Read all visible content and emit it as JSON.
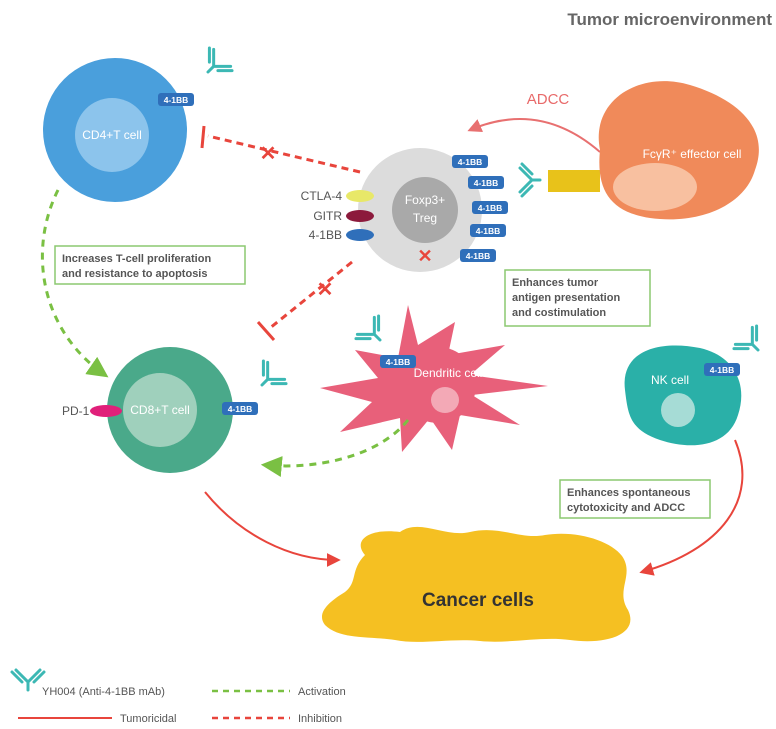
{
  "title": "Tumor microenvironment",
  "colors": {
    "cd4": "#4a9fdc",
    "cd8": "#4aa98a",
    "treg": "#dcdcdc",
    "effector": "#f08a5a",
    "dendritic": "#e8607a",
    "nk": "#2ab0a8",
    "cancer": "#f5c022",
    "antibody": "#3cb8b4",
    "tag": "#2f6fba",
    "activation": "#7ac043",
    "inhibition": "#e8453c",
    "box_border": "#8cc870"
  },
  "cells": {
    "cd4": "CD4+T cell",
    "cd8": "CD8+T cell",
    "treg_line1": "Foxp3+",
    "treg_line2": "Treg",
    "effector": "FcγR⁺ effector cell",
    "dendritic": "Dendritic cell",
    "nk": "NK cell",
    "cancer": "Cancer cells"
  },
  "receptors": {
    "ctla4": "CTLA-4",
    "gitr": "GITR",
    "tnfrsf9": "4-1BB",
    "pd1": "PD-1"
  },
  "tag_label": "4-1BB",
  "adcc_label": "ADCC",
  "boxes": {
    "proliferation_l1": "Increases T-cell proliferation",
    "proliferation_l2": "and resistance to apoptosis",
    "antigen_l1": "Enhances tumor",
    "antigen_l2": "antigen presentation",
    "antigen_l3": "and costimulation",
    "cytotox_l1": "Enhances spontaneous",
    "cytotox_l2": "cytotoxicity and ADCC"
  },
  "legend": {
    "antibody": "YH004 (Anti-4-1BB mAb)",
    "activation": "Activation",
    "tumoricidal": "Tumoricidal",
    "inhibition": "Inhibition"
  }
}
